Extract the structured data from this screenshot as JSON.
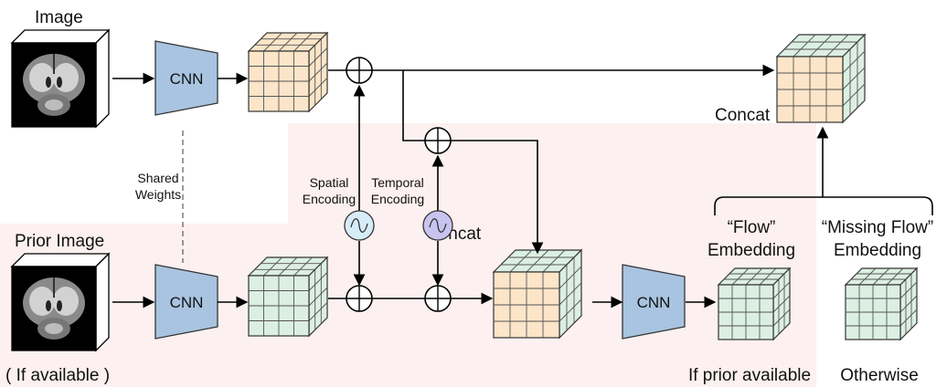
{
  "labels": {
    "image": "Image",
    "prior_image": "Prior Image",
    "if_available": "( If available )",
    "shared_weights_1": "Shared",
    "shared_weights_2": "Weights",
    "spatial_1": "Spatial",
    "spatial_2": "Encoding",
    "temporal_1": "Temporal",
    "temporal_2": "Encoding",
    "concat_top": "Concat",
    "concat_mid": "Concat",
    "flow_1": "“Flow”",
    "flow_2": "Embedding",
    "missing_1": "“Missing Flow”",
    "missing_2": "Embedding",
    "if_prior": "If prior available",
    "otherwise": "Otherwise"
  },
  "cnn_label": "CNN",
  "colors": {
    "tan_cube": "#fce5c8",
    "green_cube": "#dcefe3",
    "cnn": "#a8c4e0",
    "spatial_enc": "#d6ecf7",
    "temporal_enc": "#c9c4ef",
    "pink_region": "#fdf0f0"
  }
}
